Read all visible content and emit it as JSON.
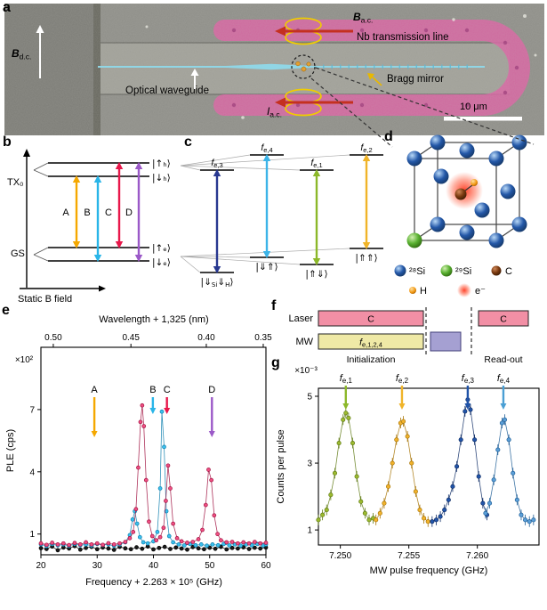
{
  "panel_letters": {
    "a": "a",
    "b": "b",
    "c": "c",
    "d": "d",
    "e": "e",
    "f": "f",
    "g": "g"
  },
  "colors": {
    "pink_line": "#dd5fa4",
    "cyan_waveguide": "#8ad8ea",
    "red_arrow": "#c43020",
    "coil_yellow": "#f0cc00",
    "laser_box": "#f28fa5",
    "mw_box": "#efe9a6",
    "pulse_box": "#a5a0d2"
  },
  "panels": {
    "a": {
      "b_dc": {
        "main": "B",
        "sub": "d.c."
      },
      "b_ac": {
        "main": "B",
        "sub": "a.c."
      },
      "i_ac": {
        "main": "I",
        "sub": "a.c."
      },
      "nb_line": "Nb transmission line",
      "bragg": "Bragg mirror",
      "waveguide": "Optical waveguide",
      "scale": "10 μm"
    },
    "b": {
      "excited": "TX₀",
      "ground": "GS",
      "axis": "Static B field",
      "kets": {
        "up_h": "|↑ₕ⟩",
        "down_h": "|↓ₕ⟩",
        "up_e": "|↑ₑ⟩",
        "down_e": "|↓ₑ⟩"
      },
      "transitions": [
        {
          "label": "A",
          "color": "#f5a800"
        },
        {
          "label": "B",
          "color": "#29b5e8"
        },
        {
          "label": "C",
          "color": "#e8174a"
        },
        {
          "label": "D",
          "color": "#9b59c8"
        }
      ]
    },
    "c": {
      "levels": [
        {
          "f": "f",
          "sub": "e,3",
          "color": "#283890",
          "ket": {
            "p1": "|⇓",
            "s1": "Si",
            "p2": "⇓",
            "s2": "H",
            "p3": "⟩"
          }
        },
        {
          "f": "f",
          "sub": "e,4",
          "color": "#3cb4e8",
          "ket_simple": "|⇓⇑⟩"
        },
        {
          "f": "f",
          "sub": "e,1",
          "color": "#8cb82a",
          "ket_simple": "|⇑⇓⟩"
        },
        {
          "f": "f",
          "sub": "e,2",
          "color": "#f0b429",
          "ket_simple": "|⇑⇑⟩"
        }
      ]
    },
    "d": {
      "legend": [
        {
          "label": "²⁸Si",
          "color": "#2458a8"
        },
        {
          "label": "²⁹Si",
          "color": "#58b030"
        },
        {
          "label": "C",
          "color": "#7a3a10"
        },
        {
          "label": "H",
          "color": "#f0940c"
        },
        {
          "label": "e⁻",
          "color": "#e83020"
        }
      ]
    },
    "f": {
      "laser": "Laser",
      "mw": "MW",
      "pulse_c1": "C",
      "pulse_c2": "C",
      "mw_pulse": {
        "main": "f",
        "sub": "e,1,2,4"
      },
      "init": "Initialization",
      "readout": "Read-out"
    }
  },
  "chart_data": [
    {
      "id": "ple",
      "type": "scatter-line",
      "top_axis_title": "Wavelength + 1,325 (nm)",
      "xlabel": "Frequency + 2.263 × 10⁵ (GHz)",
      "ylabel": "PLE (cps)",
      "y_scale_label": "×10²",
      "xlim": [
        20,
        60
      ],
      "ylim": [
        0,
        10
      ],
      "xticks": [
        20,
        30,
        40,
        50,
        60
      ],
      "xtick_labels": [
        "20",
        "30",
        "40",
        "50",
        "60"
      ],
      "yticks": [
        1,
        4,
        7
      ],
      "ytick_labels": [
        "1",
        "4",
        "7"
      ],
      "top_ticks": {
        "labels": [
          "0.50",
          "0.45",
          "0.40",
          "0.35"
        ],
        "fracs": [
          0.055,
          0.4,
          0.735,
          0.988
        ]
      },
      "ann_above": false,
      "point_r": 2,
      "annotations": [
        {
          "label": "A",
          "x": 29.5,
          "color": "#f5a800",
          "long": true
        },
        {
          "label": "B",
          "x": 39.9,
          "color": "#29b5e8",
          "long": false
        },
        {
          "label": "C",
          "x": 42.4,
          "color": "#e8174a",
          "long": false
        },
        {
          "label": "D",
          "x": 50.4,
          "color": "#9b59c8",
          "long": true
        }
      ],
      "series": [
        {
          "name": "background",
          "color": "#1a1a1a",
          "edge": "#000000",
          "points": [
            [
              20,
              0.32
            ],
            [
              21,
              0.28
            ],
            [
              22,
              0.4
            ],
            [
              23,
              0.22
            ],
            [
              24,
              0.35
            ],
            [
              25,
              0.3
            ],
            [
              26,
              0.42
            ],
            [
              27,
              0.25
            ],
            [
              28,
              0.33
            ],
            [
              29,
              0.38
            ],
            [
              30,
              0.27
            ],
            [
              31,
              0.35
            ],
            [
              32,
              0.3
            ],
            [
              33,
              0.24
            ],
            [
              34,
              0.38
            ],
            [
              35,
              0.31
            ],
            [
              36,
              0.27
            ],
            [
              37,
              0.36
            ],
            [
              38,
              0.29
            ],
            [
              39,
              0.4
            ],
            [
              40,
              0.26
            ],
            [
              41,
              0.33
            ],
            [
              42,
              0.38
            ],
            [
              43,
              0.28
            ],
            [
              44,
              0.35
            ],
            [
              45,
              0.3
            ],
            [
              46,
              0.25
            ],
            [
              47,
              0.37
            ],
            [
              48,
              0.31
            ],
            [
              49,
              0.27
            ],
            [
              50,
              0.34
            ],
            [
              51,
              0.29
            ],
            [
              52,
              0.38
            ],
            [
              53,
              0.26
            ],
            [
              54,
              0.33
            ],
            [
              55,
              0.3
            ],
            [
              56,
              0.36
            ],
            [
              57,
              0.28
            ],
            [
              58,
              0.34
            ],
            [
              59,
              0.3
            ],
            [
              60,
              0.35
            ]
          ]
        },
        {
          "name": "spectrum-cyan",
          "color": "#3bc0ee",
          "edge": "#0e7fae",
          "points": [
            [
              20,
              0.5
            ],
            [
              21,
              0.42
            ],
            [
              22,
              0.52
            ],
            [
              23,
              0.45
            ],
            [
              24,
              0.5
            ],
            [
              25,
              0.43
            ],
            [
              26,
              0.52
            ],
            [
              27,
              0.46
            ],
            [
              28,
              0.5
            ],
            [
              29,
              0.44
            ],
            [
              30,
              0.52
            ],
            [
              31,
              0.47
            ],
            [
              32,
              0.5
            ],
            [
              33,
              0.43
            ],
            [
              34,
              0.5
            ],
            [
              35,
              0.6
            ],
            [
              35.8,
              0.95
            ],
            [
              36.3,
              1.7
            ],
            [
              36.7,
              2.1
            ],
            [
              37.1,
              1.5
            ],
            [
              37.6,
              0.85
            ],
            [
              38.2,
              0.6
            ],
            [
              39,
              0.55
            ],
            [
              40,
              0.65
            ],
            [
              40.7,
              1.1
            ],
            [
              41.2,
              3.2
            ],
            [
              41.5,
              6.9
            ],
            [
              41.9,
              5.2
            ],
            [
              42.3,
              2.1
            ],
            [
              42.8,
              0.9
            ],
            [
              43.5,
              0.6
            ],
            [
              44.5,
              0.5
            ],
            [
              45.5,
              0.45
            ],
            [
              46.5,
              0.52
            ],
            [
              47.5,
              0.46
            ],
            [
              48.5,
              0.5
            ],
            [
              49.5,
              0.44
            ],
            [
              50.5,
              0.5
            ],
            [
              51.5,
              0.46
            ],
            [
              52.5,
              0.52
            ],
            [
              53.5,
              0.45
            ],
            [
              54.5,
              0.5
            ],
            [
              55.5,
              0.44
            ],
            [
              56.5,
              0.5
            ],
            [
              57.5,
              0.46
            ],
            [
              58.5,
              0.52
            ],
            [
              59.5,
              0.45
            ],
            [
              60,
              0.5
            ]
          ]
        },
        {
          "name": "spectrum-pink",
          "color": "#ef4f82",
          "edge": "#a01040",
          "points": [
            [
              20,
              0.55
            ],
            [
              21,
              0.48
            ],
            [
              22,
              0.58
            ],
            [
              23,
              0.5
            ],
            [
              24,
              0.55
            ],
            [
              25,
              0.47
            ],
            [
              26,
              0.57
            ],
            [
              27,
              0.5
            ],
            [
              28,
              0.6
            ],
            [
              29,
              0.5
            ],
            [
              30,
              0.55
            ],
            [
              31,
              0.48
            ],
            [
              32,
              0.56
            ],
            [
              33,
              0.5
            ],
            [
              34,
              0.55
            ],
            [
              35,
              0.62
            ],
            [
              35.8,
              0.8
            ],
            [
              36.4,
              1.1
            ],
            [
              36.9,
              2.2
            ],
            [
              37.3,
              4.2
            ],
            [
              37.7,
              6.4
            ],
            [
              38,
              7.2
            ],
            [
              38.3,
              6.2
            ],
            [
              38.7,
              3.6
            ],
            [
              39.2,
              1.6
            ],
            [
              39.8,
              0.9
            ],
            [
              40.5,
              0.7
            ],
            [
              41.2,
              0.85
            ],
            [
              41.8,
              1.3
            ],
            [
              42.2,
              2.6
            ],
            [
              42.6,
              4.3
            ],
            [
              43,
              3.2
            ],
            [
              43.5,
              1.5
            ],
            [
              44.2,
              0.8
            ],
            [
              45,
              0.65
            ],
            [
              46,
              0.58
            ],
            [
              47,
              0.62
            ],
            [
              48,
              0.75
            ],
            [
              48.7,
              1.2
            ],
            [
              49.3,
              2.4
            ],
            [
              49.8,
              4.1
            ],
            [
              50.3,
              3.6
            ],
            [
              50.8,
              1.9
            ],
            [
              51.4,
              1.0
            ],
            [
              52,
              0.7
            ],
            [
              53,
              0.6
            ],
            [
              54,
              0.62
            ],
            [
              55,
              0.55
            ],
            [
              56,
              0.6
            ],
            [
              57,
              0.55
            ],
            [
              58,
              0.62
            ],
            [
              59,
              0.55
            ],
            [
              60,
              0.58
            ]
          ]
        }
      ]
    },
    {
      "id": "odmr",
      "type": "scatter-line",
      "xlabel": "MW pulse frequency (GHz)",
      "ylabel": "Counts per pulse",
      "y_scale_label": "×10⁻³",
      "xlim": [
        7.2484,
        7.2645
      ],
      "ylim": [
        0.55,
        5.24
      ],
      "xticks": [
        7.25,
        7.255,
        7.26
      ],
      "xtick_labels": [
        "7.250",
        "7.255",
        "7.260"
      ],
      "yticks": [
        1,
        3,
        5
      ],
      "ytick_labels": [
        "1",
        "3",
        "5"
      ],
      "ann_above": true,
      "errbar": 0.16,
      "point_r": 2.2,
      "annotations": [
        {
          "main": "f",
          "sub": "e,1",
          "x": 7.2504,
          "color": "#8cb82a"
        },
        {
          "main": "f",
          "sub": "e,2",
          "x": 7.2545,
          "color": "#f0b429"
        },
        {
          "main": "f",
          "sub": "e,3",
          "x": 7.2593,
          "color": "#2053a8"
        },
        {
          "main": "f",
          "sub": "e,4",
          "x": 7.2619,
          "color": "#4a9fd4"
        }
      ],
      "series": [
        {
          "name": "f_e1",
          "color": "#9cba2f",
          "edge": "#5f7a14",
          "points": [
            [
              7.2484,
              1.3
            ],
            [
              7.2487,
              1.45
            ],
            [
              7.249,
              1.6
            ],
            [
              7.2493,
              2.05
            ],
            [
              7.2496,
              2.7
            ],
            [
              7.2499,
              3.6
            ],
            [
              7.2502,
              4.3
            ],
            [
              7.2504,
              4.5
            ],
            [
              7.2506,
              4.35
            ],
            [
              7.2509,
              3.6
            ],
            [
              7.2512,
              2.6
            ],
            [
              7.2515,
              1.85
            ],
            [
              7.2518,
              1.5
            ],
            [
              7.2521,
              1.3
            ],
            [
              7.2524,
              1.35
            ]
          ]
        },
        {
          "name": "f_e2",
          "color": "#f2b32c",
          "edge": "#a87508",
          "points": [
            [
              7.2526,
              1.3
            ],
            [
              7.2529,
              1.5
            ],
            [
              7.2532,
              1.8
            ],
            [
              7.2535,
              2.3
            ],
            [
              7.2538,
              3.0
            ],
            [
              7.2541,
              3.7
            ],
            [
              7.2544,
              4.2
            ],
            [
              7.2546,
              4.25
            ],
            [
              7.2549,
              3.8
            ],
            [
              7.2552,
              3.0
            ],
            [
              7.2555,
              2.15
            ],
            [
              7.2558,
              1.6
            ],
            [
              7.2561,
              1.35
            ],
            [
              7.2564,
              1.25
            ]
          ]
        },
        {
          "name": "f_e3",
          "color": "#2255aa",
          "edge": "#0f2d66",
          "points": [
            [
              7.2567,
              1.25
            ],
            [
              7.257,
              1.3
            ],
            [
              7.2573,
              1.4
            ],
            [
              7.2576,
              1.6
            ],
            [
              7.2579,
              1.9
            ],
            [
              7.2582,
              2.3
            ],
            [
              7.2585,
              2.9
            ],
            [
              7.2588,
              3.7
            ],
            [
              7.2591,
              4.55
            ],
            [
              7.2593,
              4.9
            ],
            [
              7.2595,
              4.6
            ],
            [
              7.2598,
              3.7
            ],
            [
              7.2601,
              2.6
            ],
            [
              7.2604,
              1.8
            ],
            [
              7.2607,
              1.45
            ]
          ]
        },
        {
          "name": "f_e4",
          "color": "#5b9fd8",
          "edge": "#1f5e96",
          "points": [
            [
              7.2606,
              1.5
            ],
            [
              7.2609,
              1.8
            ],
            [
              7.2612,
              2.5
            ],
            [
              7.2615,
              3.4
            ],
            [
              7.2618,
              4.2
            ],
            [
              7.262,
              4.3
            ],
            [
              7.2623,
              3.7
            ],
            [
              7.2626,
              2.7
            ],
            [
              7.2629,
              1.9
            ],
            [
              7.2632,
              1.45
            ],
            [
              7.2635,
              1.3
            ],
            [
              7.2638,
              1.25
            ],
            [
              7.2641,
              1.3
            ]
          ]
        }
      ]
    }
  ]
}
